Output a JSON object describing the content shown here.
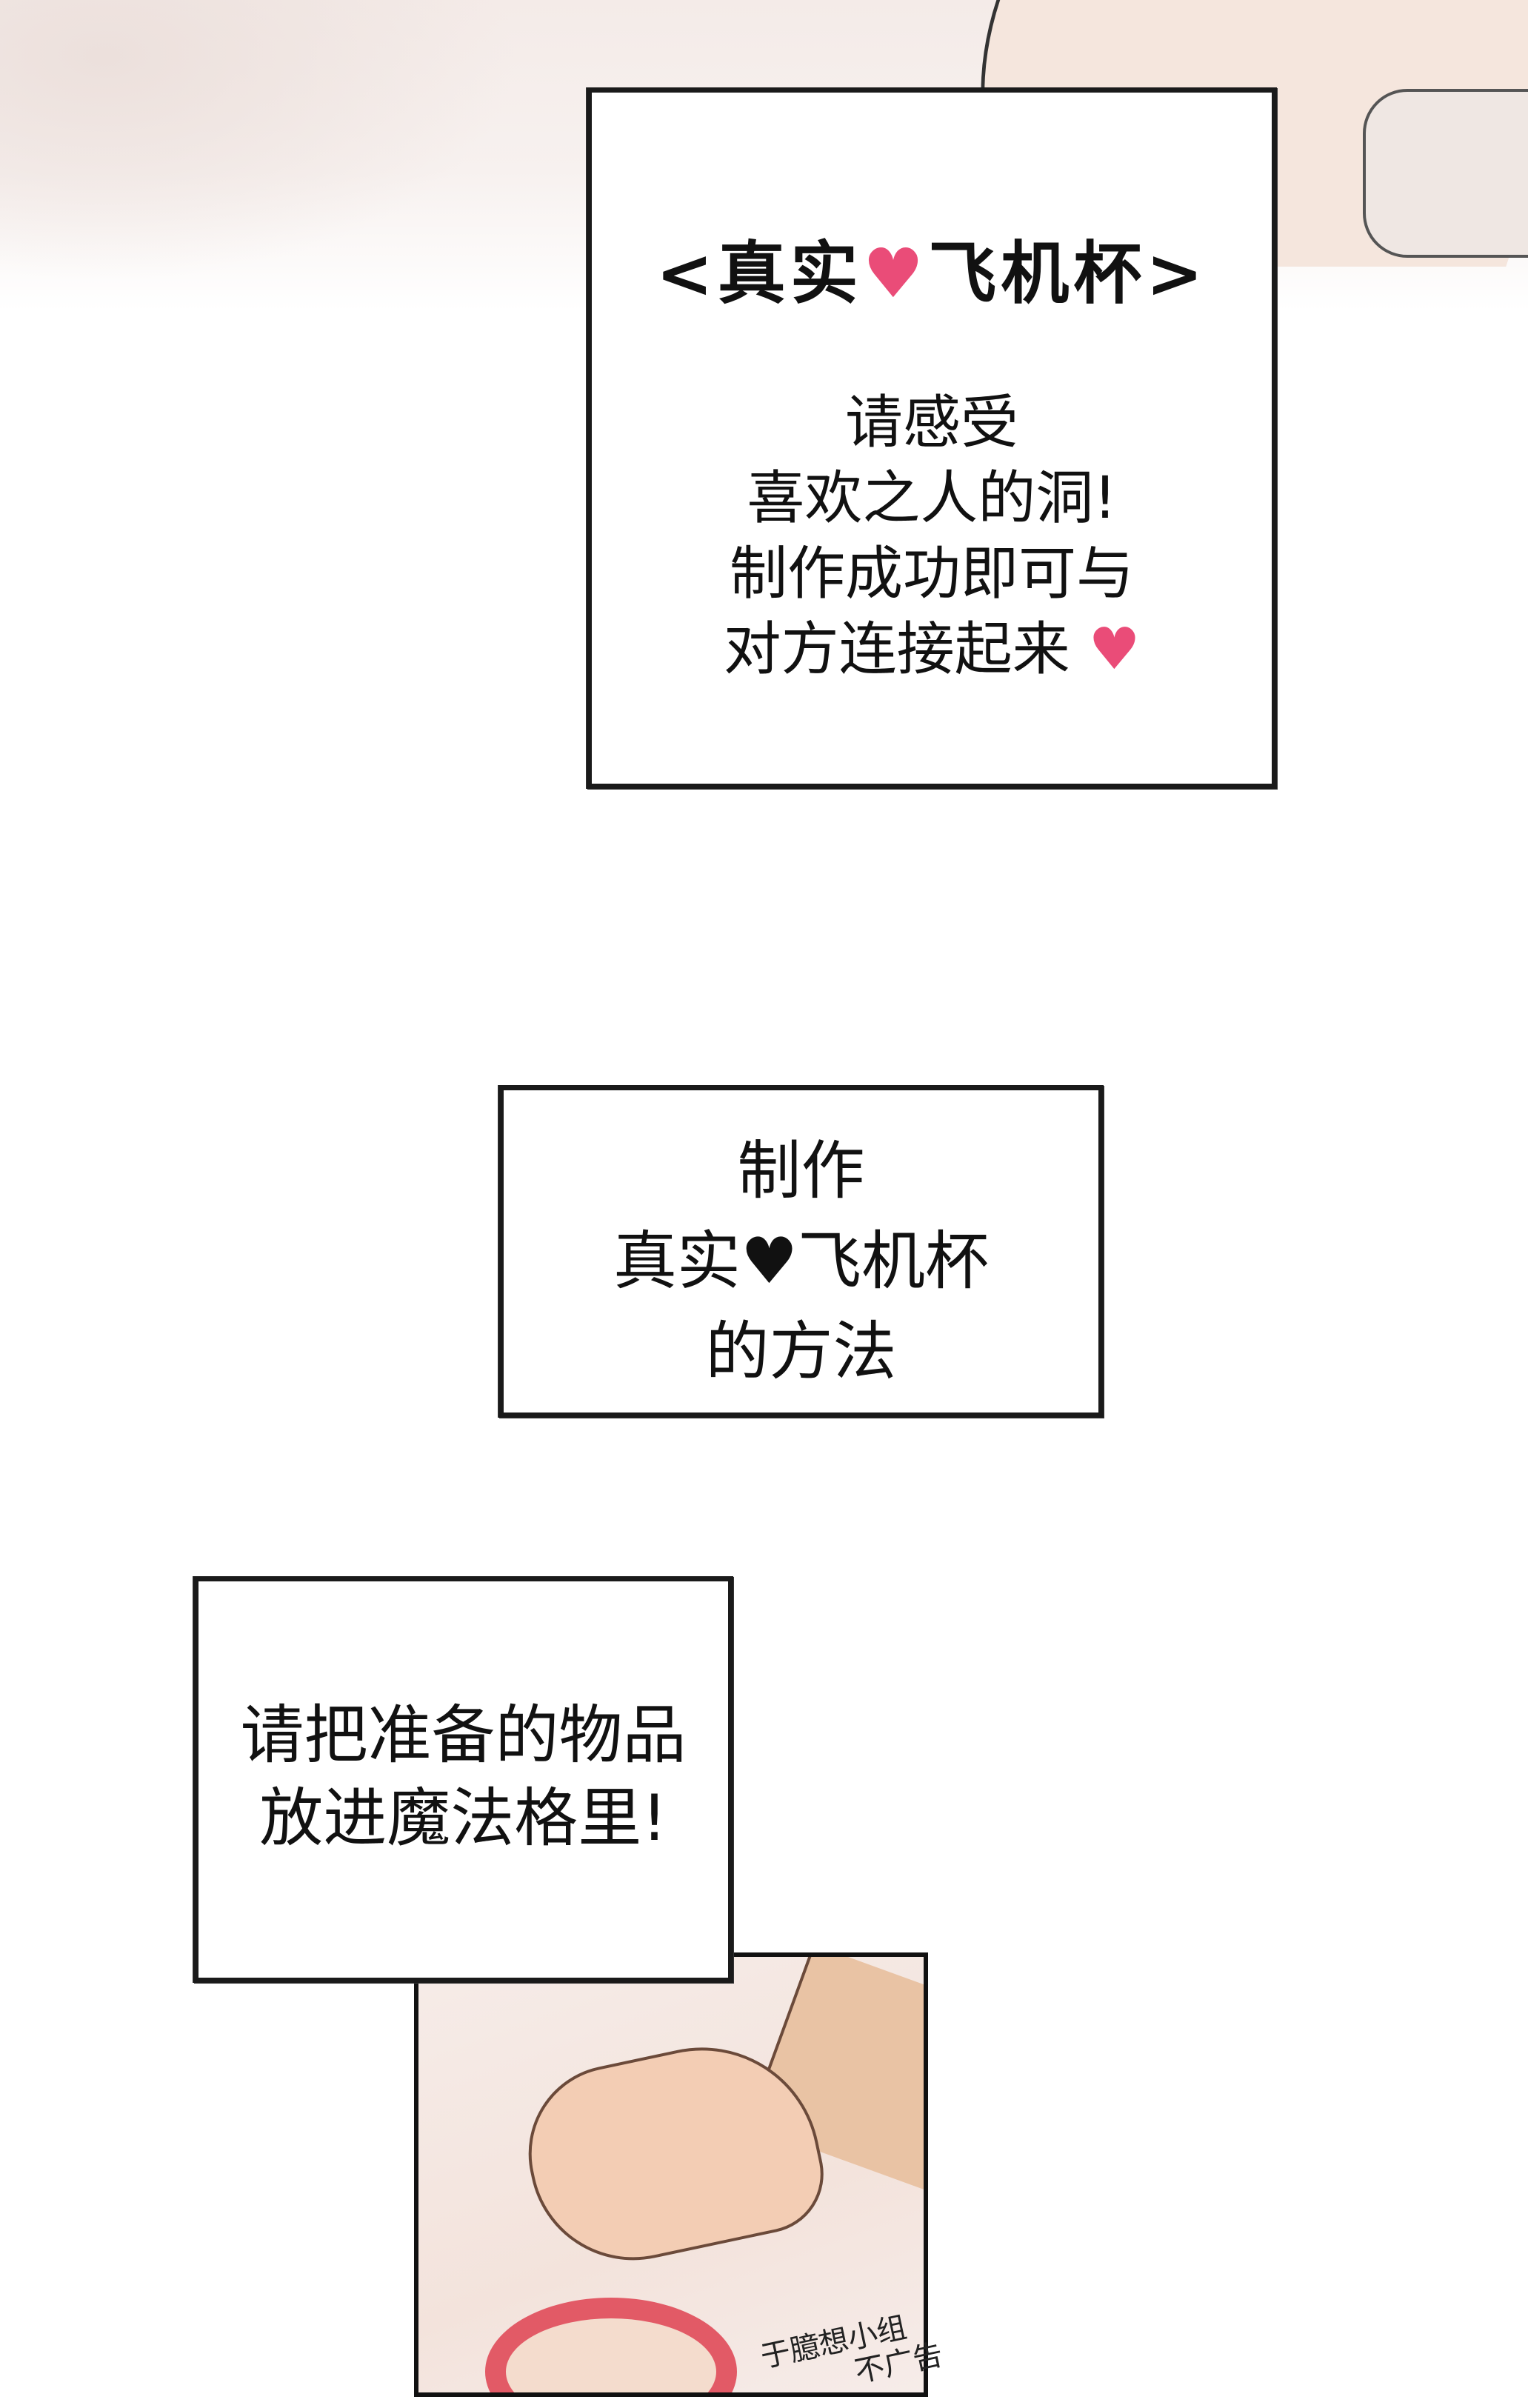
{
  "caption1": {
    "title_left": "<真实",
    "title_heart": "♥",
    "title_right": "飞机杯>",
    "lines": [
      "请感受",
      "喜欢之人的洞!",
      "制作成功即可与",
      "对方连接起来"
    ],
    "end_heart": "♥"
  },
  "caption2": {
    "line1": "制作",
    "line2_left": "真实",
    "line2_heart": "♥",
    "line2_right": "飞机杯",
    "line3": "的方法"
  },
  "caption3": {
    "lines": [
      "请把准备的物品",
      "放进魔法格里!"
    ]
  },
  "watermark": {
    "line1": "于臆想小组",
    "line2": "不广告"
  },
  "colors": {
    "heart_pink": "#ea4c78",
    "cup_red": "#e25a66"
  }
}
